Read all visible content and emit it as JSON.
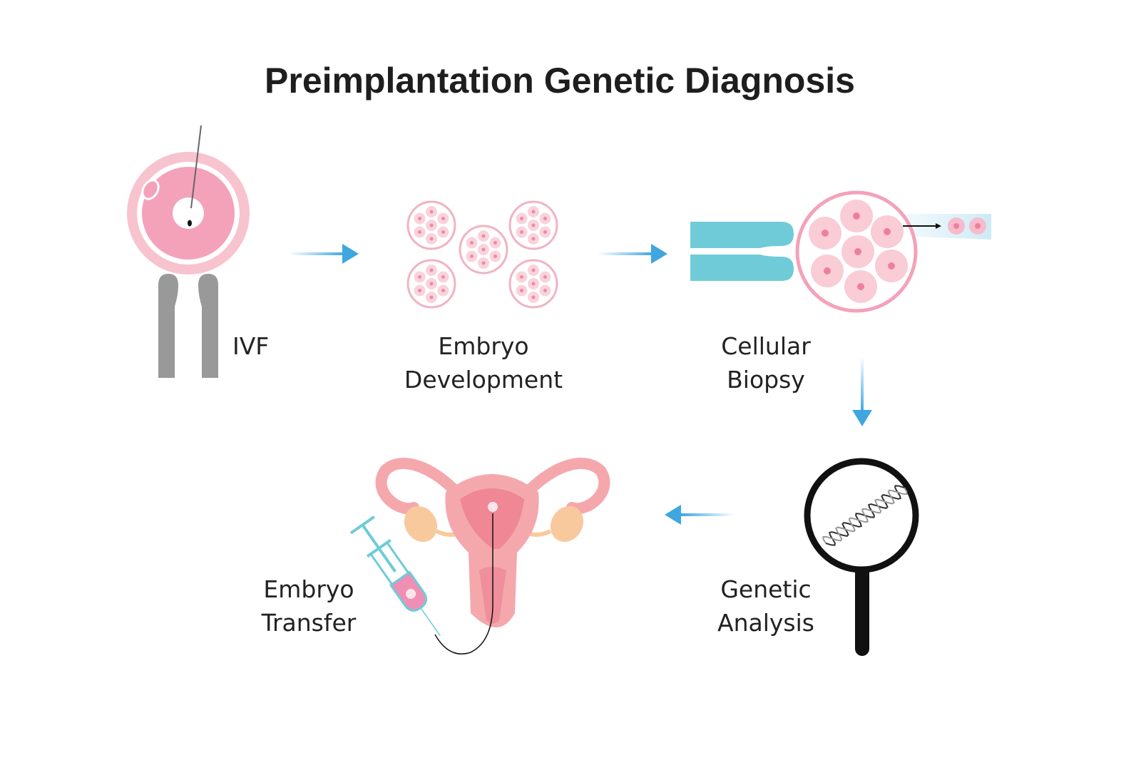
{
  "title": "Preimplantation Genetic Diagnosis",
  "steps": {
    "ivf": {
      "label": "IVF"
    },
    "embryo_development": {
      "line1": "Embryo",
      "line2": "Development"
    },
    "cellular_biopsy": {
      "line1": "Cellular",
      "line2": "Biopsy"
    },
    "genetic_analysis": {
      "line1": "Genetic",
      "line2": "Analysis"
    },
    "embryo_transfer": {
      "line1": "Embryo",
      "line2": "Transfer"
    }
  },
  "colors": {
    "pink_light": "#f7c3cf",
    "pink": "#f3a2ba",
    "teal": "#6fcbd8",
    "gray": "#999999",
    "arrow_blue": "#3fa6e0",
    "uterus": "#f4a8ac"
  }
}
